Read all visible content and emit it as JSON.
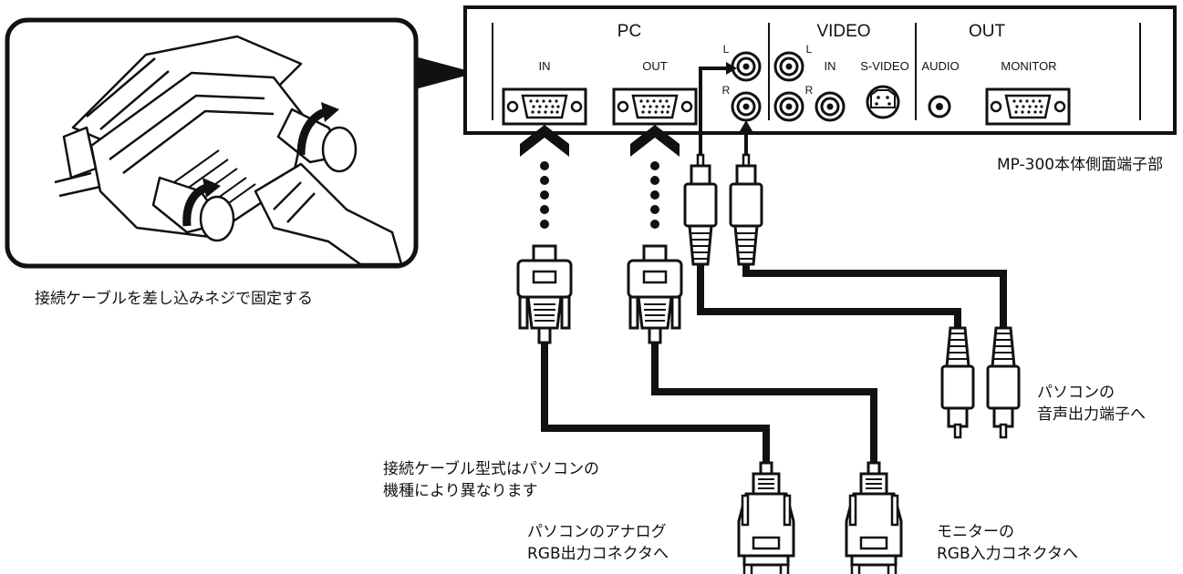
{
  "panel": {
    "caption": "MP-300本体側面端子部",
    "groups": {
      "pc": "PC",
      "video": "VIDEO",
      "out": "OUT"
    },
    "ports": {
      "in": "IN",
      "out": "OUT",
      "left": "L",
      "right": "R",
      "left_2": "L",
      "right_2": "R",
      "video_in": "IN",
      "svideo": "S-VIDEO",
      "audio": "AUDIO",
      "monitor": "MONITOR"
    }
  },
  "inset": {
    "caption": "接続ケーブルを差し込みネジで固定する"
  },
  "notes": {
    "cable_type_line1": "接続ケーブル型式はパソコンの",
    "cable_type_line2": "機種により異なります",
    "pc_rgb_line1": "パソコンのアナログ",
    "pc_rgb_line2": "RGB出力コネクタへ",
    "monitor_rgb_line1": "モニターの",
    "monitor_rgb_line2": "RGB入力コネクタへ",
    "audio_out_line1": "パソコンの",
    "audio_out_line2": "音声出力端子へ"
  }
}
